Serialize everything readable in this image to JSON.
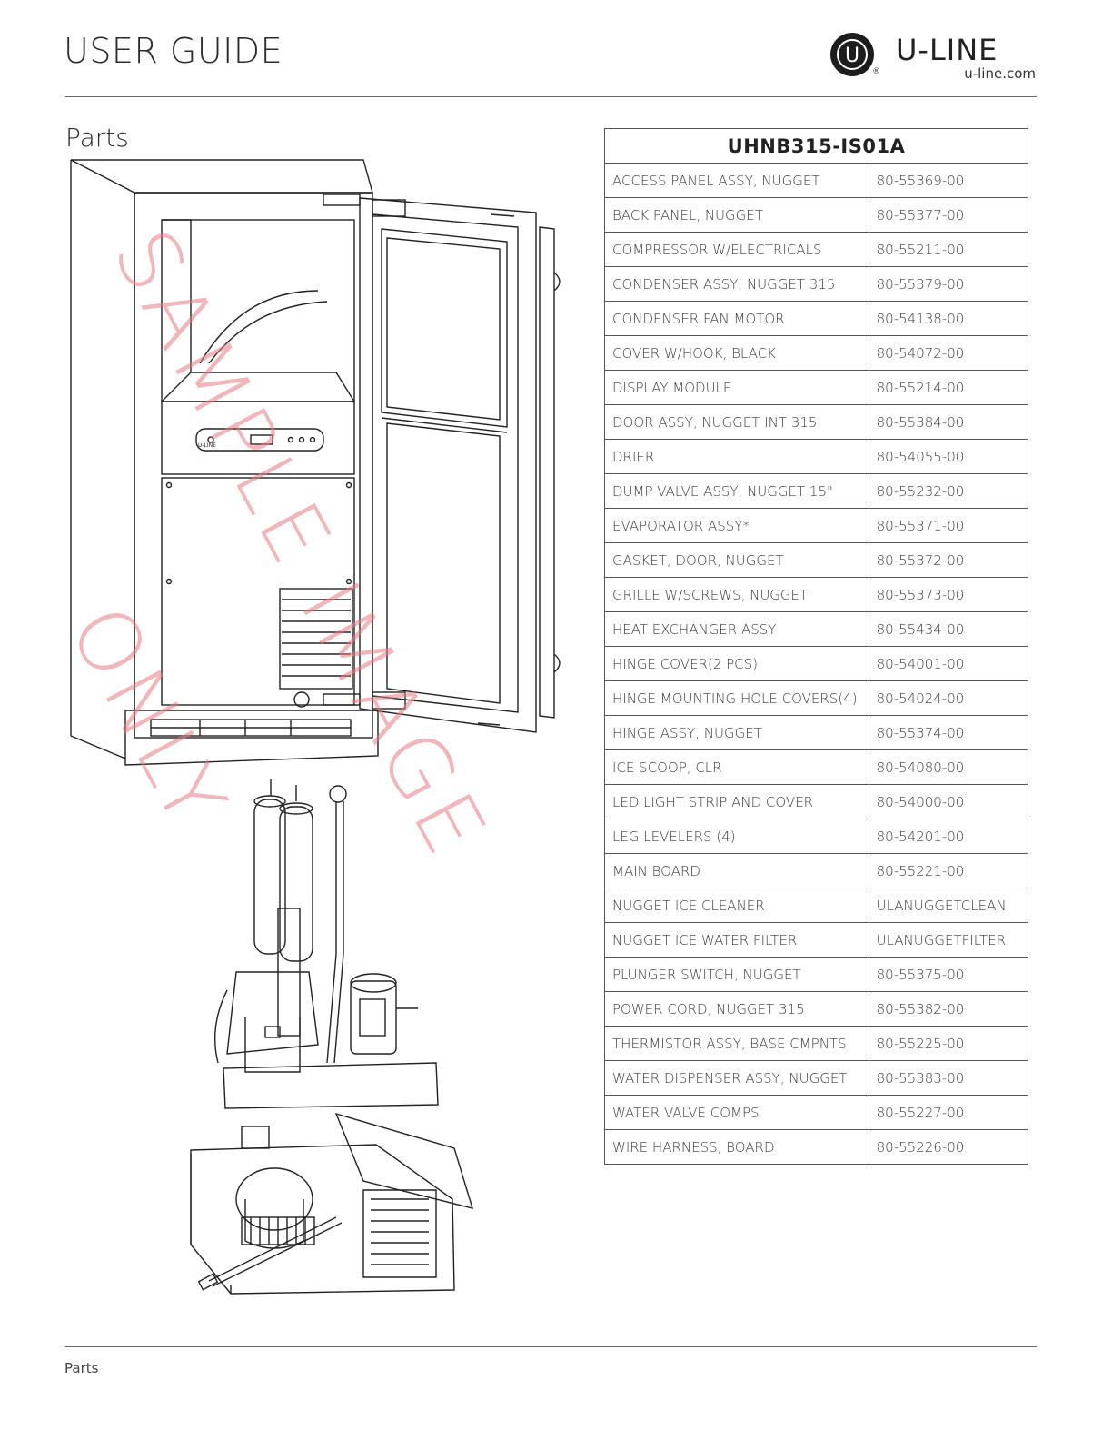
{
  "header": {
    "title": "USER GUIDE",
    "brand": "U-LINE",
    "url": "u-line.com",
    "registered": "®",
    "logo_letter": "U"
  },
  "section_title": "Parts",
  "footer": "Parts",
  "drawing": {
    "panel_brand": "U-LINE"
  },
  "watermark": {
    "line1": "SAMPLE IMAGE",
    "line2": "ONLY"
  },
  "table": {
    "model": "UHNB315-IS01A",
    "rows": [
      {
        "desc": "ACCESS PANEL ASSY, NUGGET",
        "num": "80-55369-00"
      },
      {
        "desc": "BACK PANEL, NUGGET",
        "num": "80-55377-00"
      },
      {
        "desc": "COMPRESSOR W/ELECTRICALS",
        "num": "80-55211-00"
      },
      {
        "desc": "CONDENSER ASSY, NUGGET 315",
        "num": "80-55379-00"
      },
      {
        "desc": "CONDENSER FAN MOTOR",
        "num": "80-54138-00"
      },
      {
        "desc": "COVER W/HOOK, BLACK",
        "num": "80-54072-00"
      },
      {
        "desc": "DISPLAY MODULE",
        "num": "80-55214-00"
      },
      {
        "desc": "DOOR ASSY, NUGGET INT 315",
        "num": "80-55384-00"
      },
      {
        "desc": "DRIER",
        "num": "80-54055-00"
      },
      {
        "desc": "DUMP VALVE ASSY, NUGGET 15\"",
        "num": "80-55232-00"
      },
      {
        "desc": "EVAPORATOR ASSY*",
        "num": "80-55371-00"
      },
      {
        "desc": "GASKET, DOOR, NUGGET",
        "num": "80-55372-00"
      },
      {
        "desc": "GRILLE W/SCREWS, NUGGET",
        "num": "80-55373-00"
      },
      {
        "desc": "HEAT EXCHANGER ASSY",
        "num": "80-55434-00"
      },
      {
        "desc": "HINGE COVER(2 PCS)",
        "num": "80-54001-00"
      },
      {
        "desc": "HINGE MOUNTING HOLE COVERS(4)",
        "num": "80-54024-00"
      },
      {
        "desc": "HINGE ASSY, NUGGET",
        "num": "80-55374-00"
      },
      {
        "desc": "ICE SCOOP, CLR",
        "num": "80-54080-00"
      },
      {
        "desc": "LED LIGHT STRIP AND COVER",
        "num": "80-54000-00"
      },
      {
        "desc": "LEG LEVELERS (4)",
        "num": "80-54201-00"
      },
      {
        "desc": "MAIN BOARD",
        "num": "80-55221-00"
      },
      {
        "desc": "NUGGET ICE CLEANER",
        "num": "ULANUGGETCLEAN"
      },
      {
        "desc": "NUGGET ICE WATER FILTER",
        "num": "ULANUGGETFILTER"
      },
      {
        "desc": "PLUNGER SWITCH, NUGGET",
        "num": "80-55375-00"
      },
      {
        "desc": "POWER CORD, NUGGET 315",
        "num": "80-55382-00"
      },
      {
        "desc": "THERMISTOR ASSY, BASE CMPNTS",
        "num": "80-55225-00"
      },
      {
        "desc": "WATER DISPENSER ASSY, NUGGET",
        "num": "80-55383-00"
      },
      {
        "desc": "WATER VALVE COMPS",
        "num": "80-55227-00"
      },
      {
        "desc": "WIRE HARNESS, BOARD",
        "num": "80-55226-00"
      }
    ]
  }
}
